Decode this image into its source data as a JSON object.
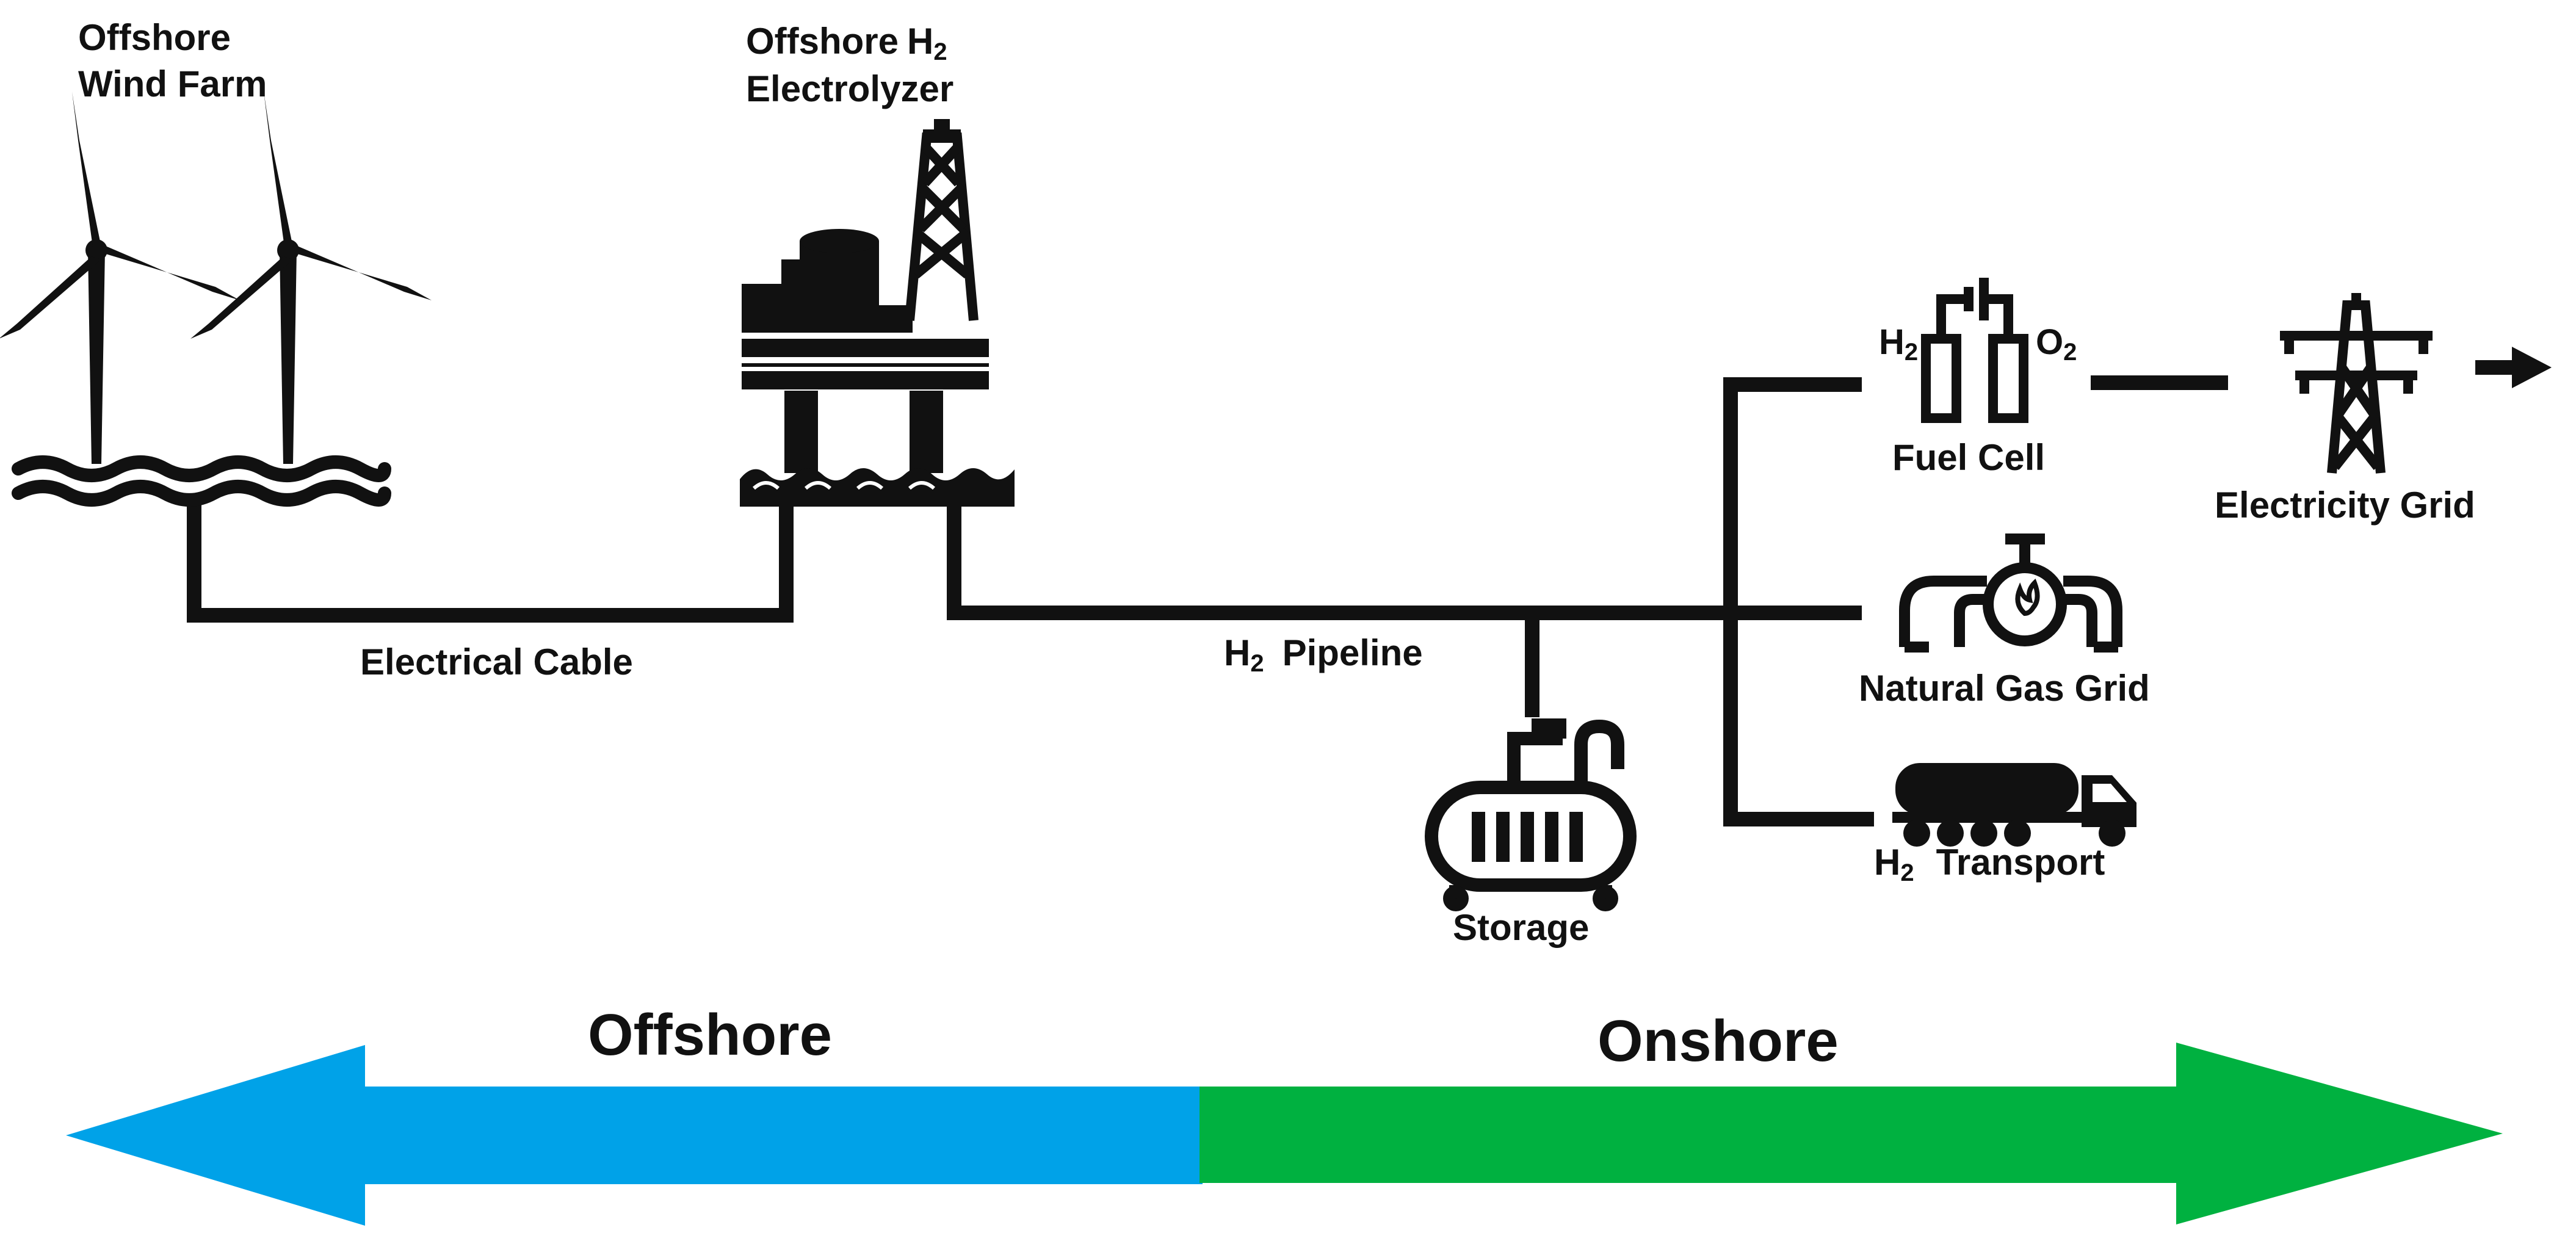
{
  "colors": {
    "line": "#111111",
    "offshore_arrow": "#00a2e8",
    "onshore_arrow": "#00b140",
    "background": "#ffffff"
  },
  "labels": {
    "wind_farm_line1": "Offshore",
    "wind_farm_line2": "Wind Farm",
    "electrolyzer_line1": "Offshore",
    "electrolyzer_h": "H",
    "electrolyzer_sub": "2",
    "electrolyzer_line2": "Electrolyzer",
    "electrical_cable": "Electrical Cable",
    "pipeline_h": "H",
    "pipeline_sub": "2",
    "pipeline_text": "Pipeline",
    "storage": "Storage",
    "fuel_cell": "Fuel Cell",
    "fuel_cell_h": "H",
    "fuel_cell_h_sub": "2",
    "fuel_cell_o": "O",
    "fuel_cell_o_sub": "2",
    "electricity_grid": "Electricity Grid",
    "natural_gas_grid": "Natural Gas Grid",
    "transport_h": "H",
    "transport_sub": "2",
    "transport_text": "Transport",
    "offshore": "Offshore",
    "onshore": "Onshore"
  },
  "icons": [
    "wind-turbine-icon",
    "offshore-platform-icon",
    "fuel-cell-icon",
    "transmission-tower-icon",
    "pipe-valve-icon",
    "storage-tank-icon",
    "tanker-truck-icon"
  ]
}
